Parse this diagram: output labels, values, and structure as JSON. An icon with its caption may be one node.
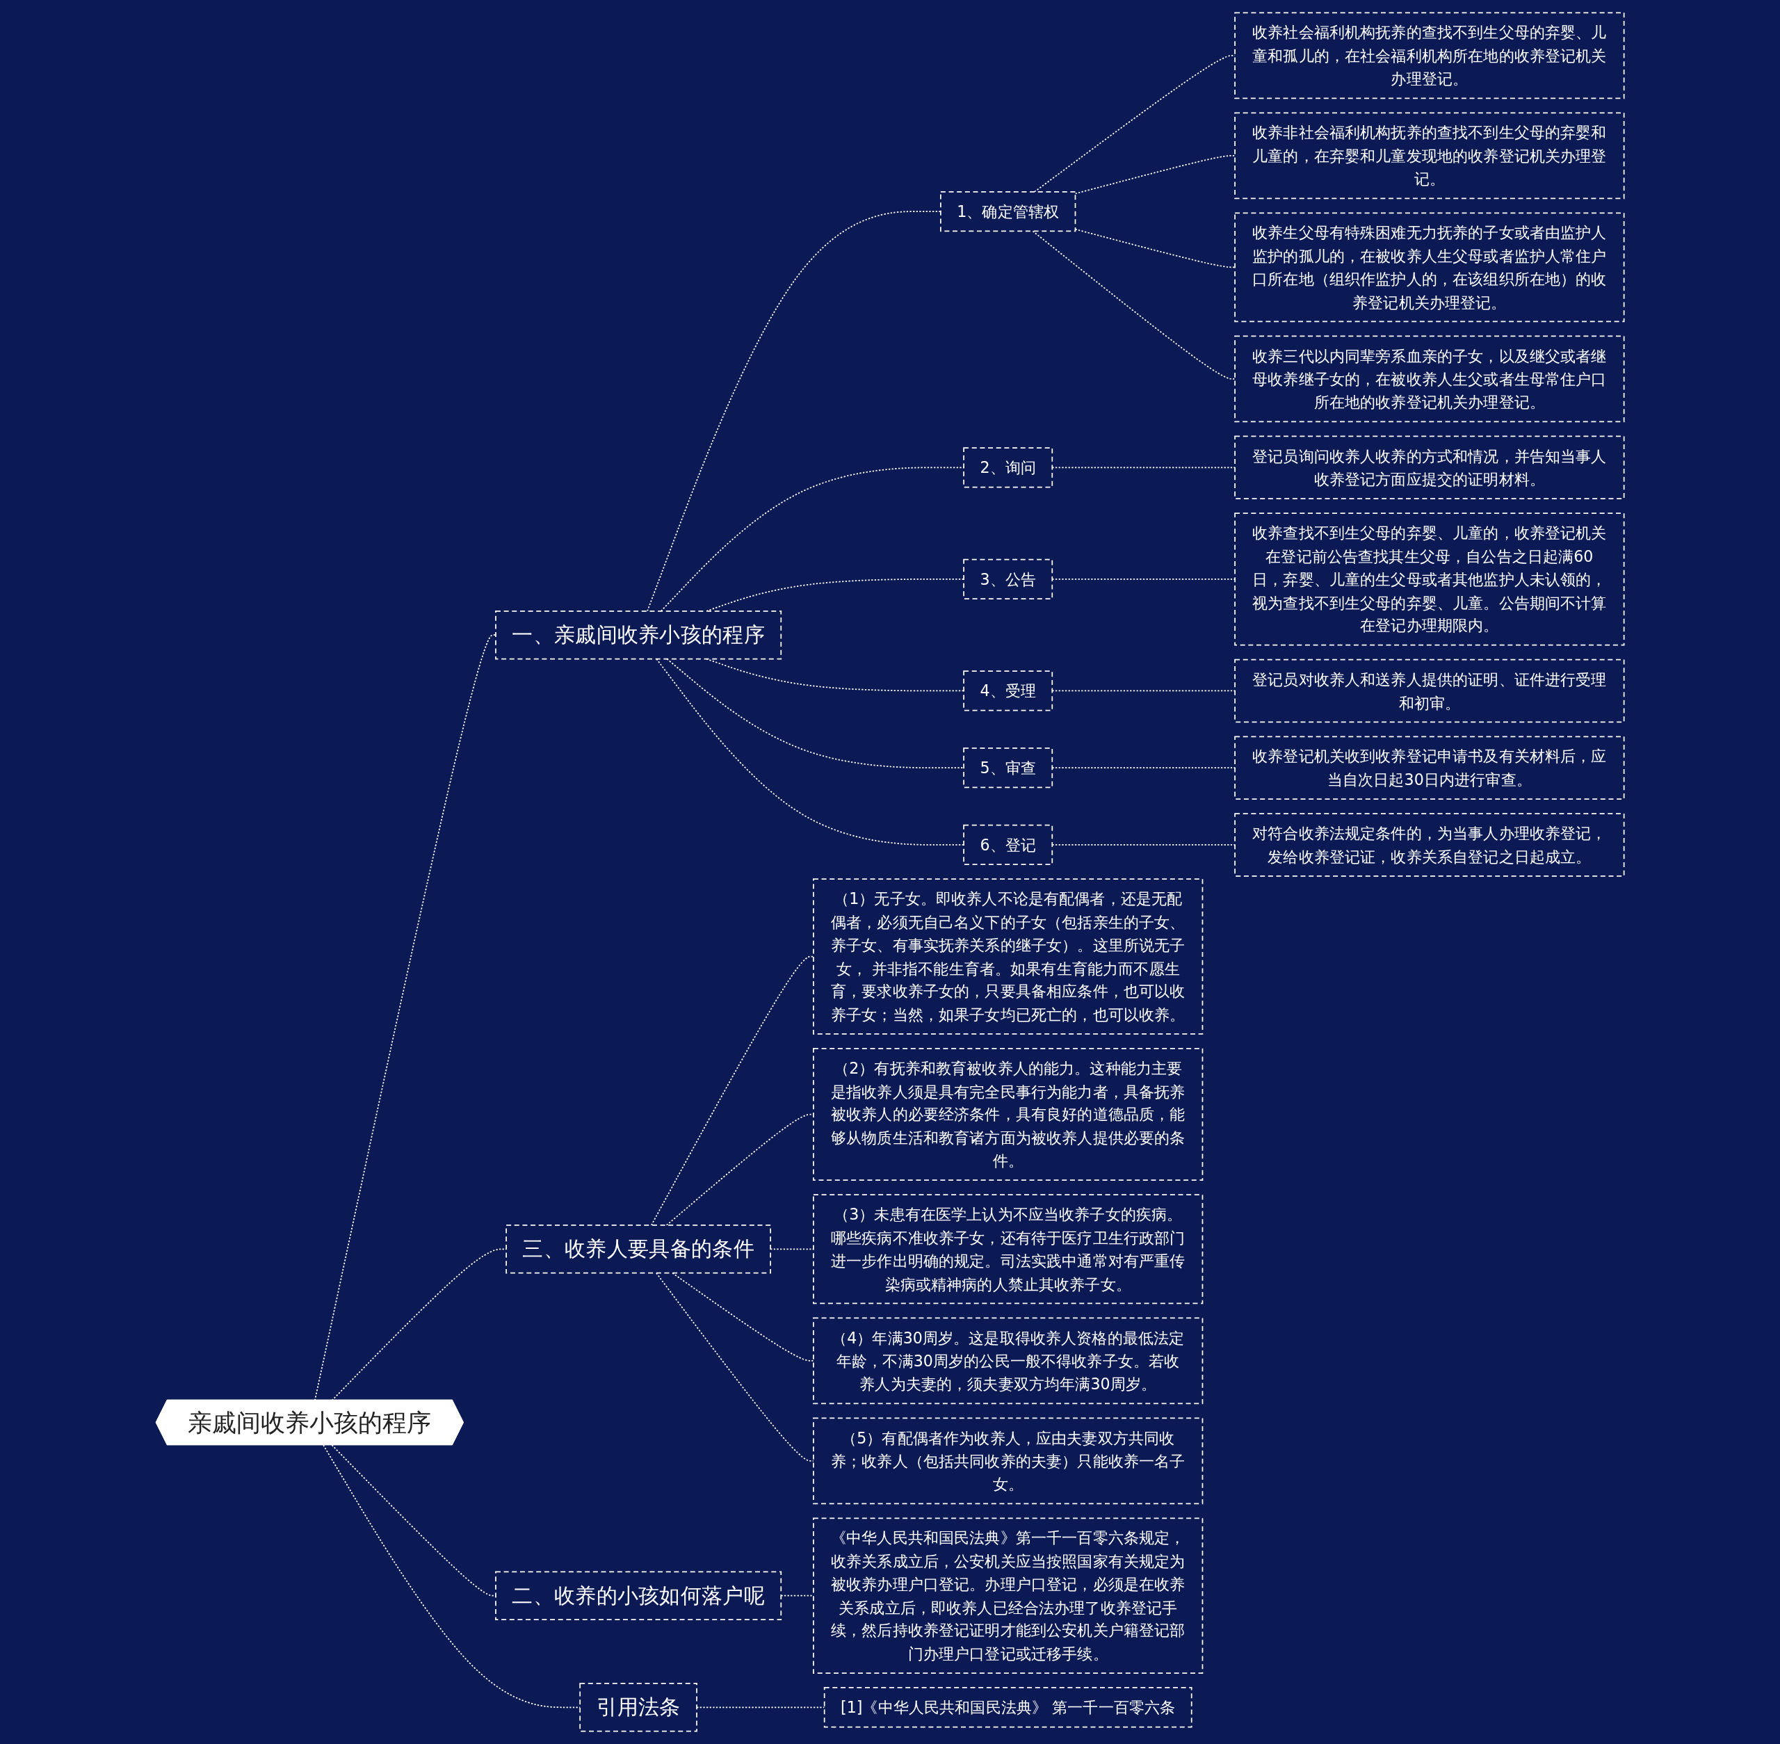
{
  "diagram": {
    "nodes": [
      {
        "text": [
          "亲戚间收养小孩的程序"
        ]
      },
      {
        "text": [
          "一、亲戚间收养小孩的程序"
        ]
      },
      {
        "text": [
          "1、确定管辖权"
        ]
      },
      {
        "text": [
          "收养社会福利机构抚养的查找不到生父母的弃婴、儿童和孤儿的，在社会福利机构所在地的收养登记机关办理登记。"
        ]
      },
      {
        "text": [
          "收养非社会福利机构抚养的查找不到生父母的弃婴和儿童的，在弃婴和儿童发现地的收养登记机关办理登记。"
        ]
      },
      {
        "text": [
          "收养生父母有特殊困难无力抚养的子女或者由监护人监护的孤儿的，在被收养人生父母或者监护人常住户口所在地（组织作监护人的，在该组织所在地）的收养登记机关办理登记。"
        ]
      },
      {
        "text": [
          "收养三代以内同辈旁系血亲的子女，以及继父或者继母收养继子女的，在被收养人生父或者生母常住户口所在地的收养登记机关办理登记。"
        ]
      },
      {
        "text": [
          "2、询问"
        ]
      },
      {
        "text": [
          "登记员询问收养人收养的方式和情况，并告知当事人收养登记方面应提交的证明材料。"
        ]
      },
      {
        "text": [
          "3、公告"
        ]
      },
      {
        "text": [
          "收养查找不到生父母的弃婴、儿童的，收养登记机关在登记前公告查找其生父母，自公告之日起满60日，弃婴、儿童的生父母或者其他监护人未认领的，视为查找不到生父母的弃婴、儿童。公告期间不计算在登记办理期限内。"
        ]
      },
      {
        "text": [
          "4、受理"
        ]
      },
      {
        "text": [
          "登记员对收养人和送养人提供的证明、证件进行受理和初审。"
        ]
      },
      {
        "text": [
          "5、审查"
        ]
      },
      {
        "text": [
          "收养登记机关收到收养登记申请书及有关材料后，应当自次日起30日内进行审查。"
        ]
      },
      {
        "text": [
          "6、登记"
        ]
      },
      {
        "text": [
          "对符合收养法规定条件的，为当事人办理收养登记，发给收养登记证，收养关系自登记之日起成立。"
        ]
      },
      {
        "text": [
          "三、收养人要具备的条件"
        ]
      },
      {
        "text": [
          "（1）无子女。即收养人不论是有配偶者，还是无配偶者，必须无自己名义下的子女（包括亲生的子女、养子女、有事实抚养关系的继子女）。这里所说无子女， 并非指不能生育者。如果有生育能力而不愿生育，要求收养子女的，只要具备相应条件，也可以收养子女；当然，如果子女均已死亡的，也可以收养。"
        ]
      },
      {
        "text": [
          "（2）有抚养和教育被收养人的能力。这种能力主要是指收养人须是具有完全民事行为能力者，具备抚养被收养人的必要经济条件，具有良好的道德品质，能够从物质生活和教育诸方面为被收养人提供必要的条件。"
        ]
      },
      {
        "text": [
          "（3）未患有在医学上认为不应当收养子女的疾病。哪些疾病不准收养子女，还有待于医疗卫生行政部门进一步作出明确的规定。司法实践中通常对有严重传染病或精神病的人禁止其收养子女。"
        ]
      },
      {
        "text": [
          "（4）年满30周岁。这是取得收养人资格的最低法定年龄，不满30周岁的公民一般不得收养子女。若收养人为夫妻的，须夫妻双方均年满30周岁。"
        ]
      },
      {
        "text": [
          "（5）有配偶者作为收养人，应由夫妻双方共同收养；收养人（包括共同收养的夫妻）只能收养一名子女。"
        ]
      },
      {
        "text": [
          "二、收养的小孩如何落户呢"
        ]
      },
      {
        "text": [
          "《中华人民共和国民法典》第一千一百零六条规定，收养关系成立后，公安机关应当按照国家有关规定为被收养办理户口登记。办理户口登记，必须是在收养关系成立后，即收养人已经合法办理了收养登记手续，然后持收养登记证明才能到公安机关户籍登记部门办理户口登记或迁移手续。"
        ]
      },
      {
        "text": [
          "引用法条"
        ]
      },
      {
        "text": [
          "[1]《中华人民共和国民法典》 第一千一百零六条"
        ]
      }
    ],
    "edges": [
      {
        "from": 0,
        "to": 1,
        "arrow": "none",
        "style": "dashed"
      },
      {
        "from": 1,
        "to": 2,
        "arrow": "none",
        "style": "dashed"
      },
      {
        "from": 2,
        "to": 3,
        "arrow": "none",
        "style": "dashed"
      },
      {
        "from": 2,
        "to": 4,
        "arrow": "none",
        "style": "dashed"
      },
      {
        "from": 2,
        "to": 5,
        "arrow": "none",
        "style": "dashed"
      },
      {
        "from": 2,
        "to": 6,
        "arrow": "none",
        "style": "dashed"
      },
      {
        "from": 1,
        "to": 7,
        "arrow": "none",
        "style": "dashed"
      },
      {
        "from": 7,
        "to": 8,
        "arrow": "none",
        "style": "dashed"
      },
      {
        "from": 1,
        "to": 9,
        "arrow": "none",
        "style": "dashed"
      },
      {
        "from": 9,
        "to": 10,
        "arrow": "none",
        "style": "dashed"
      },
      {
        "from": 1,
        "to": 11,
        "arrow": "none",
        "style": "dashed"
      },
      {
        "from": 11,
        "to": 12,
        "arrow": "none",
        "style": "dashed"
      },
      {
        "from": 1,
        "to": 13,
        "arrow": "none",
        "style": "dashed"
      },
      {
        "from": 13,
        "to": 14,
        "arrow": "none",
        "style": "dashed"
      },
      {
        "from": 1,
        "to": 15,
        "arrow": "none",
        "style": "dashed"
      },
      {
        "from": 15,
        "to": 16,
        "arrow": "none",
        "style": "dashed"
      },
      {
        "from": 0,
        "to": 17,
        "arrow": "none",
        "style": "dashed"
      },
      {
        "from": 17,
        "to": 18,
        "arrow": "none",
        "style": "dashed"
      },
      {
        "from": 17,
        "to": 19,
        "arrow": "none",
        "style": "dashed"
      },
      {
        "from": 17,
        "to": 20,
        "arrow": "none",
        "style": "dashed"
      },
      {
        "from": 17,
        "to": 21,
        "arrow": "none",
        "style": "dashed"
      },
      {
        "from": 17,
        "to": 22,
        "arrow": "none",
        "style": "dashed"
      },
      {
        "from": 0,
        "to": 23,
        "arrow": "none",
        "style": "dashed"
      },
      {
        "from": 23,
        "to": 24,
        "arrow": "none",
        "style": "dashed"
      },
      {
        "from": 0,
        "to": 25,
        "arrow": "none",
        "style": "dashed"
      },
      {
        "from": 25,
        "to": 26,
        "arrow": "none",
        "style": "dashed"
      }
    ]
  }
}
